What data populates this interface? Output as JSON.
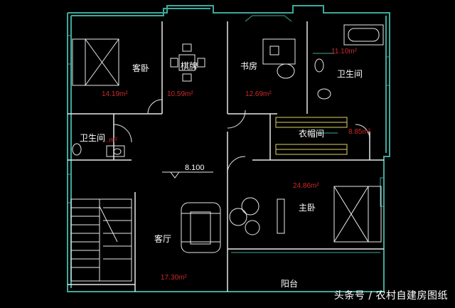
{
  "rooms": {
    "guest_bedroom": {
      "name": "客卧",
      "area": "14.19m²"
    },
    "chess_room": {
      "name": "棋牌",
      "area": "10.59m²"
    },
    "study": {
      "name": "书房",
      "area": "12.69m²"
    },
    "bathroom_master": {
      "name": "卫生间",
      "area": "11.10m²"
    },
    "bathroom_small": {
      "name": "卫生间",
      "area": "...m²"
    },
    "closet": {
      "name": "衣帽间",
      "area": "8.85m²"
    },
    "master_bedroom": {
      "name": "主卧",
      "area": "24.86m²"
    },
    "living_room": {
      "name": "客厅",
      "area": "17.30m²"
    },
    "balcony": {
      "name": "阳台"
    }
  },
  "elevation": "8.100",
  "watermark": "头条号 / 农村自建房图纸",
  "colors": {
    "wall": "#3ea89c",
    "line": "#e8e8e8",
    "area": "#cc2a2a",
    "accent": "#e0d060"
  }
}
